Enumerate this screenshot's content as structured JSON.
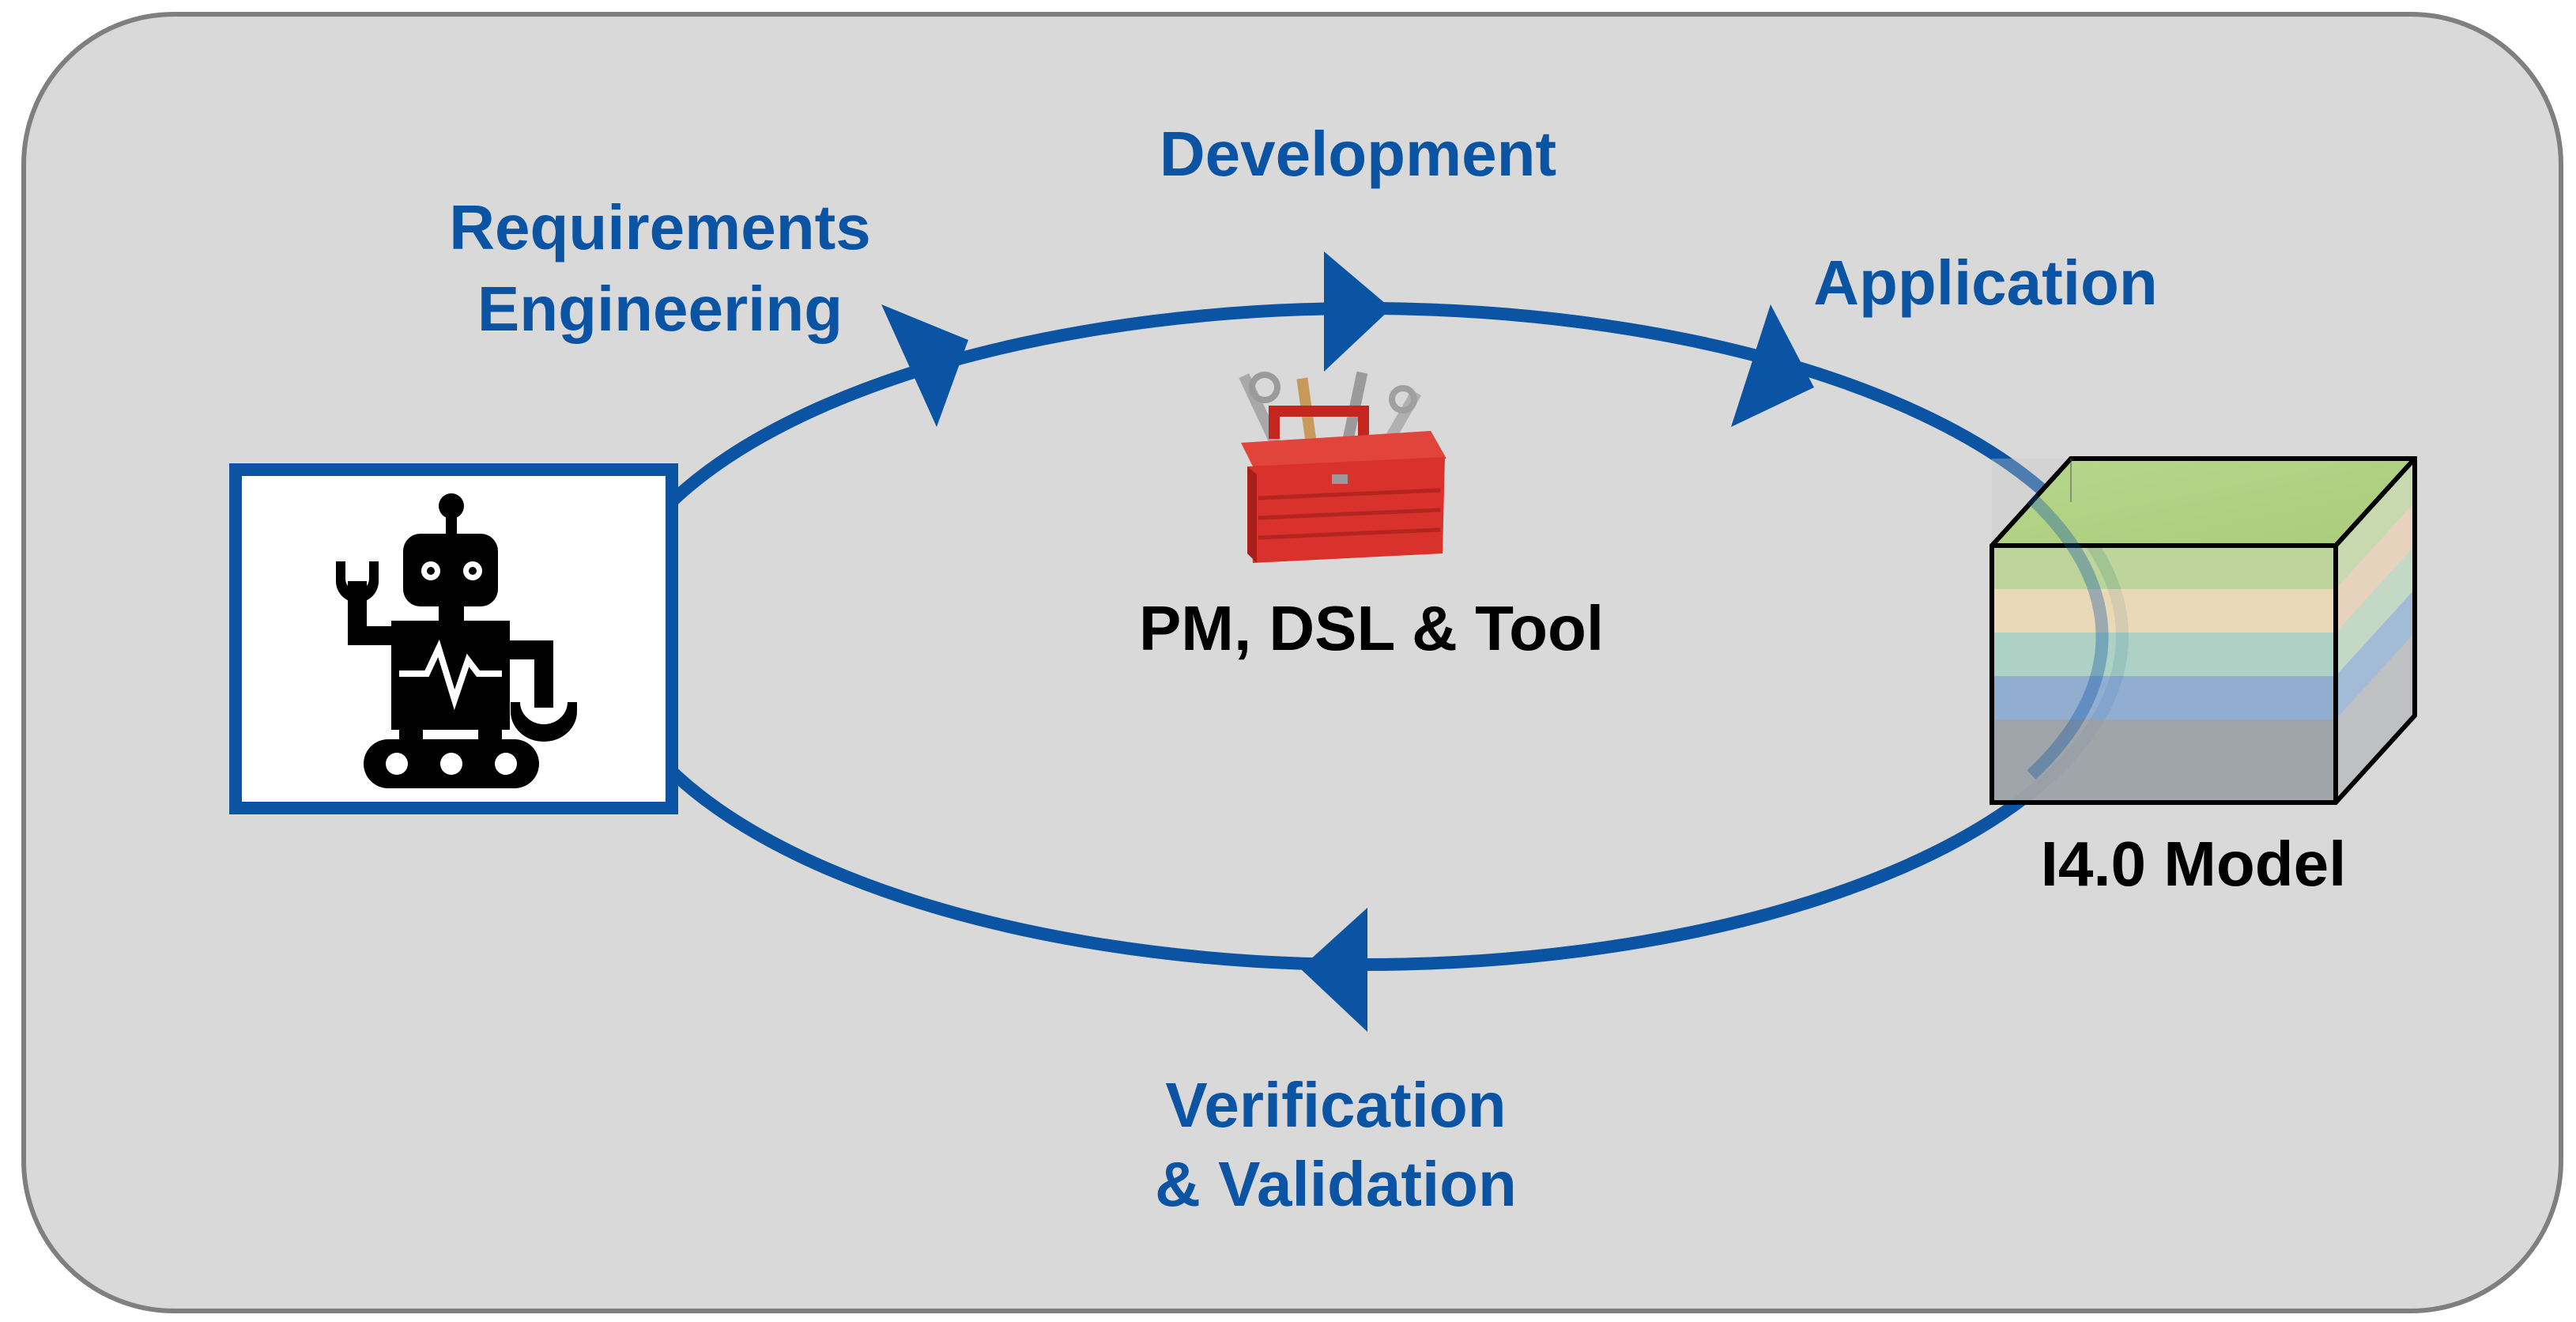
{
  "stages": {
    "requirements_line1": "Requirements",
    "requirements_line2": "Engineering",
    "development": "Development",
    "application": "Application",
    "verification_line1": "Verification",
    "verification_line2": "& Validation"
  },
  "tool_caption": "PM, DSL & Tool",
  "model_caption": "I4.0 Model",
  "icons": {
    "robot": "robot-icon",
    "toolbox": "toolbox-icon",
    "model": "layered-cube-icon"
  },
  "colors": {
    "accent_blue": "#0b54a4",
    "background_panel": "#d9d9d9",
    "panel_border": "#7f7f7f",
    "toolbox_red": "#d9312b"
  }
}
